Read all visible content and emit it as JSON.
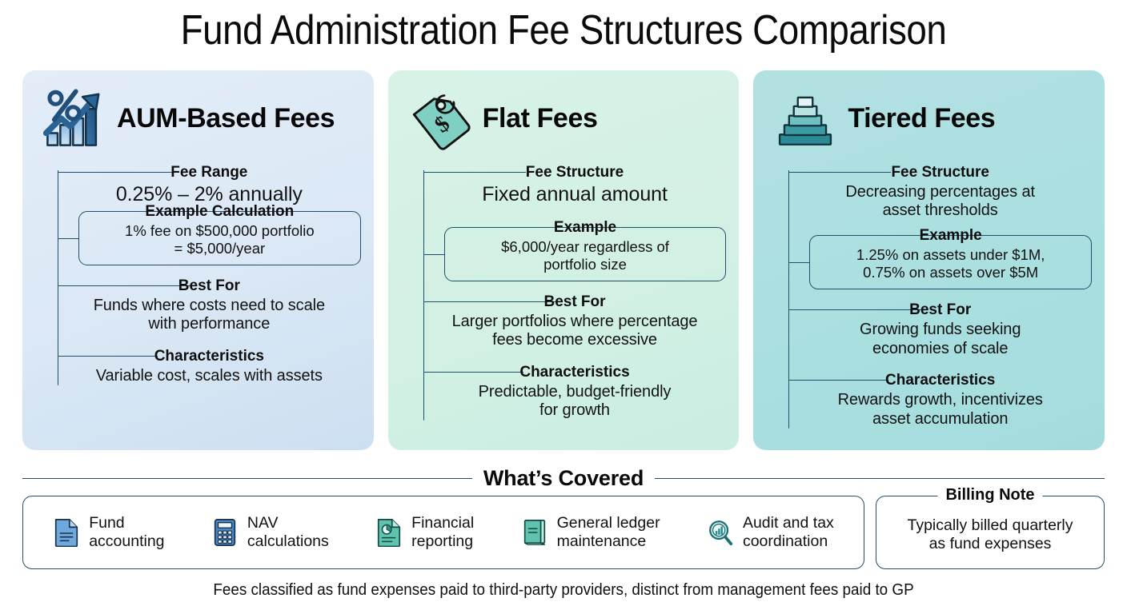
{
  "title": "Fund Administration Fee Structures Comparison",
  "cards": [
    {
      "id": "aum-based-fees",
      "title": "AUM-Based Fees",
      "icon": "percent-growth-chart-icon",
      "accent": "#2c6ea5",
      "background": "#dbe8f5",
      "sections": [
        {
          "label": "Fee Range",
          "text": "0.25% – 2% annually",
          "style": "big"
        },
        {
          "label": "Example Calculation",
          "text": "1% fee on $500,000 portfolio\n= $5,000/year",
          "style": "box"
        },
        {
          "label": "Best For",
          "text": "Funds where costs need to scale\nwith performance",
          "style": "plain"
        },
        {
          "label": "Characteristics",
          "text": "Variable cost, scales with assets",
          "style": "plain"
        }
      ]
    },
    {
      "id": "flat-fees",
      "title": "Flat Fees",
      "icon": "price-tag-dollar-icon",
      "accent": "#4bb7a4",
      "background": "#d2f0e4",
      "sections": [
        {
          "label": "Fee Structure",
          "text": "Fixed annual amount",
          "style": "big"
        },
        {
          "label": "Example",
          "text": "$6,000/year regardless of\nportfolio size",
          "style": "box"
        },
        {
          "label": "Best For",
          "text": "Larger portfolios where percentage\nfees become excessive",
          "style": "plain"
        },
        {
          "label": "Characteristics",
          "text": "Predictable, budget-friendly\nfor growth",
          "style": "plain"
        }
      ]
    },
    {
      "id": "tiered-fees",
      "title": "Tiered Fees",
      "icon": "tiered-steps-pyramid-icon",
      "accent": "#2a8a96",
      "background": "#aadfe0",
      "sections": [
        {
          "label": "Fee Structure",
          "text": "Decreasing percentages at\nasset thresholds",
          "style": "plain"
        },
        {
          "label": "Example",
          "text": "1.25% on assets under $1M,\n0.75% on assets over $5M",
          "style": "box"
        },
        {
          "label": "Best For",
          "text": "Growing funds seeking\neconomies of scale",
          "style": "plain"
        },
        {
          "label": "Characteristics",
          "text": "Rewards growth, incentivizes\nasset accumulation",
          "style": "plain"
        }
      ]
    }
  ],
  "covered": {
    "heading": "What’s Covered",
    "items": [
      {
        "icon": "document-lines-icon",
        "label": "Fund\naccounting"
      },
      {
        "icon": "calculator-icon",
        "label": "NAV\ncalculations"
      },
      {
        "icon": "pie-chart-document-icon",
        "label": "Financial\nreporting"
      },
      {
        "icon": "ledger-book-icon",
        "label": "General ledger\nmaintenance"
      },
      {
        "icon": "magnifier-bar-chart-icon",
        "label": "Audit and tax\ncoordination"
      }
    ]
  },
  "billing_note": {
    "title": "Billing Note",
    "text": "Typically billed quarterly\nas fund expenses"
  },
  "footer": "Fees classified as fund expenses paid to third-party providers, distinct from management fees paid to GP",
  "colors": {
    "line": "#1f4f6b",
    "text": "#111111",
    "card1_bg": "#dbe8f5",
    "card2_bg": "#d2f0e4",
    "card3_bg": "#aadfe0"
  }
}
